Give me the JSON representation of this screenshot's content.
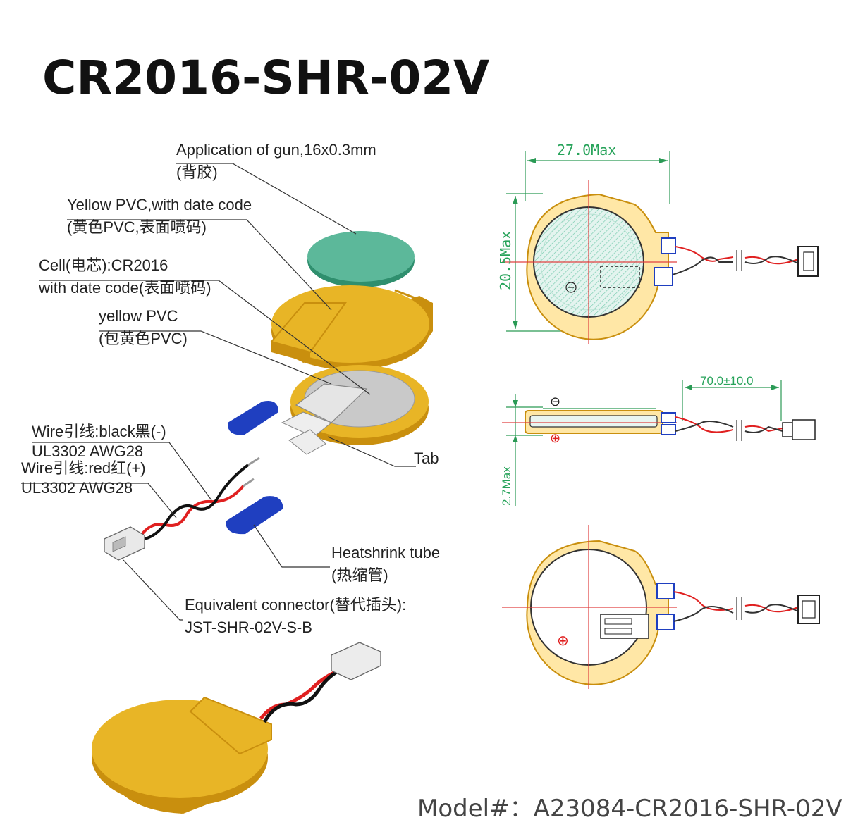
{
  "title": "CR2016-SHR-02V",
  "model": "Model#：A23084-CR2016-SHR-02V",
  "callouts": {
    "gun_line1": "Application of gun,16x0.3mm",
    "gun_line2": "(背胶)",
    "pvc_line1": "Yellow PVC,with date code",
    "pvc_line2": "(黄色PVC,表面喷码)",
    "cell_line1": "Cell(电芯):CR2016",
    "cell_line2": "with date code(表面喷码)",
    "ypvc_line1": "yellow PVC",
    "ypvc_line2": "(包黄色PVC)",
    "tab": "Tab",
    "wire_black_line1": "Wire引线:black黑(-)",
    "wire_black_line2": "UL3302 AWG28",
    "wire_red_line1": "Wire引线:red红(+)",
    "wire_red_line2": "UL3302 AWG28",
    "heat_line1": "Heatshrink tube",
    "heat_line2": "(热缩管)",
    "conn_line1": "Equivalent connector(替代插头):",
    "conn_line2": "JST-SHR-02V-S-B"
  },
  "dimensions": {
    "width": "27.0Max",
    "height": "20.5Max",
    "wire_length": "70.0±10.0",
    "thickness": "2.7Max"
  },
  "symbols": {
    "minus": "⊖",
    "plus": "⊕"
  },
  "colors": {
    "pvc_yellow": "#e8b526",
    "pvc_edge": "#c98f0e",
    "adhesive": "#5cb89a",
    "cell_gray": "#c8c8c8",
    "heatshrink": "#1f3fc0",
    "wire_red": "#e02020",
    "wire_black": "#111111",
    "dimension_green": "#27a35a"
  }
}
